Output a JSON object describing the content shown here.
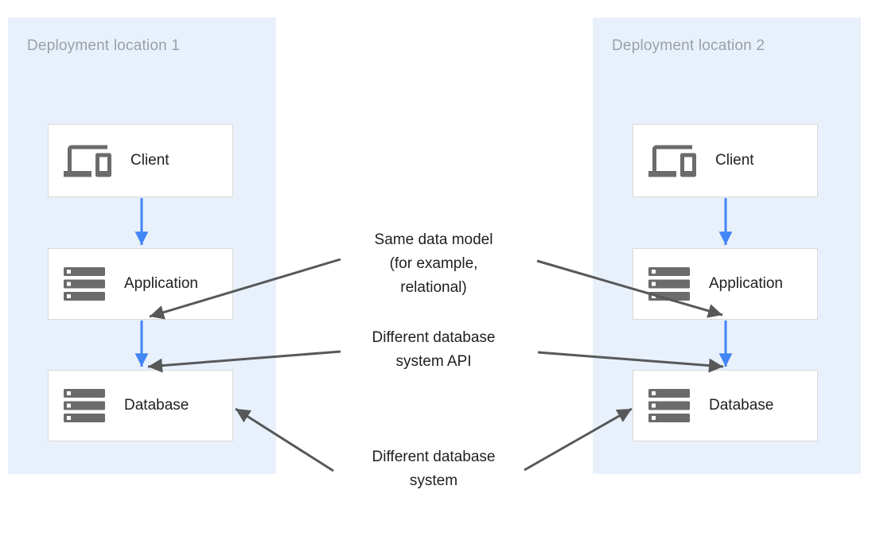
{
  "diagram_title": "",
  "colors": {
    "panel_bg": "#e8f1fb",
    "panel_label": "#9aa0a6",
    "box_bg": "#ffffff",
    "box_border": "#d9d9d9",
    "box_label": "#212121",
    "icon_gray": "#6b6b6b",
    "flow_arrow_blue": "#4285f4",
    "annotation_arrow_gray": "#57585a",
    "annotation_text": "#1f1f1f"
  },
  "locations": [
    {
      "label": "Deployment location 1",
      "nodes": [
        {
          "icon": "devices-icon",
          "label": "Client"
        },
        {
          "icon": "storage-icon",
          "label": "Application"
        },
        {
          "icon": "storage-icon",
          "label": "Database"
        }
      ]
    },
    {
      "label": "Deployment location 2",
      "nodes": [
        {
          "icon": "devices-icon",
          "label": "Client"
        },
        {
          "icon": "storage-icon",
          "label": "Application"
        },
        {
          "icon": "storage-icon",
          "label": "Database"
        }
      ]
    }
  ],
  "annotations": [
    {
      "id": "same-data-model",
      "text": "Same data model\n(for example,\nrelational)"
    },
    {
      "id": "different-database-system-api",
      "text": "Different database\nsystem API"
    },
    {
      "id": "different-database-system",
      "text": "Different database\nsystem"
    }
  ],
  "flows": [
    "Client to Application (location 1)",
    "Application to Database (location 1)",
    "Client to Application (location 2)",
    "Application to Database (location 2)"
  ]
}
